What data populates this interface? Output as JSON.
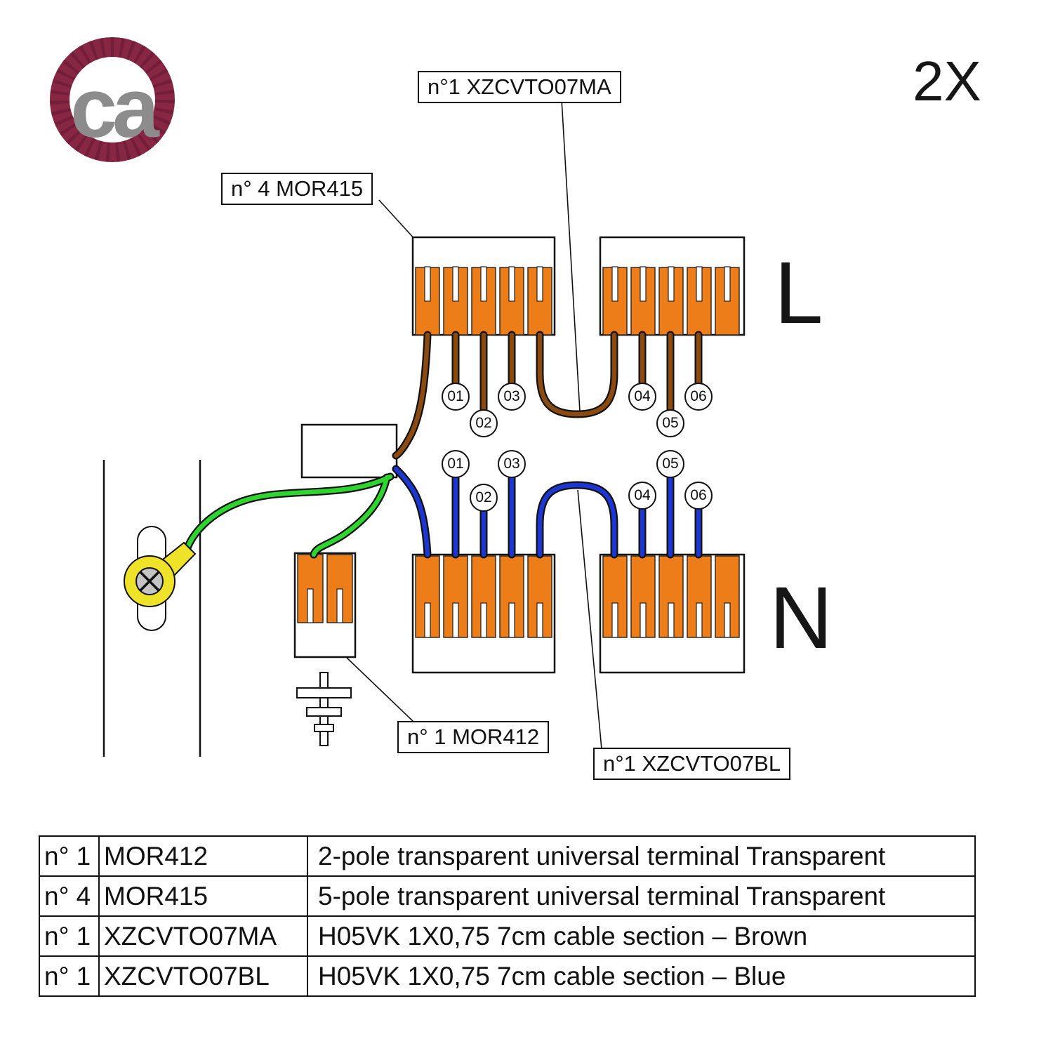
{
  "logo": {
    "text": "ca"
  },
  "header": {
    "multiplier": "2X"
  },
  "diagram": {
    "labels": {
      "cable_brown": "n°1 XZCVTO07MA",
      "terminal_5pole": "n° 4 MOR415",
      "terminal_2pole": "n° 1 MOR412",
      "cable_blue": "n°1 XZCVTO07BL",
      "line": "L",
      "neutral": "N"
    },
    "wire_numbers": [
      "01",
      "02",
      "03",
      "04",
      "05",
      "06"
    ],
    "colors": {
      "terminal_orange": "#ED7D18",
      "wire_brown": "#8B4A12",
      "wire_blue": "#1C36CF",
      "wire_green": "#2ED52E",
      "terminal_yellow": "#EFE32A",
      "logo_rope": "#872744",
      "logo_text": "#8C8C8C"
    }
  },
  "parts_table": {
    "rows": [
      {
        "qty": "n° 1",
        "code": "MOR412",
        "description": "2-pole transparent universal terminal Transparent"
      },
      {
        "qty": "n° 4",
        "code": "MOR415",
        "description": "5-pole transparent universal terminal Transparent"
      },
      {
        "qty": "n° 1",
        "code": "XZCVTO07MA",
        "description": "H05VK 1X0,75 7cm cable section – Brown"
      },
      {
        "qty": "n° 1",
        "code": "XZCVTO07BL",
        "description": "H05VK 1X0,75 7cm cable section – Blue"
      }
    ]
  }
}
